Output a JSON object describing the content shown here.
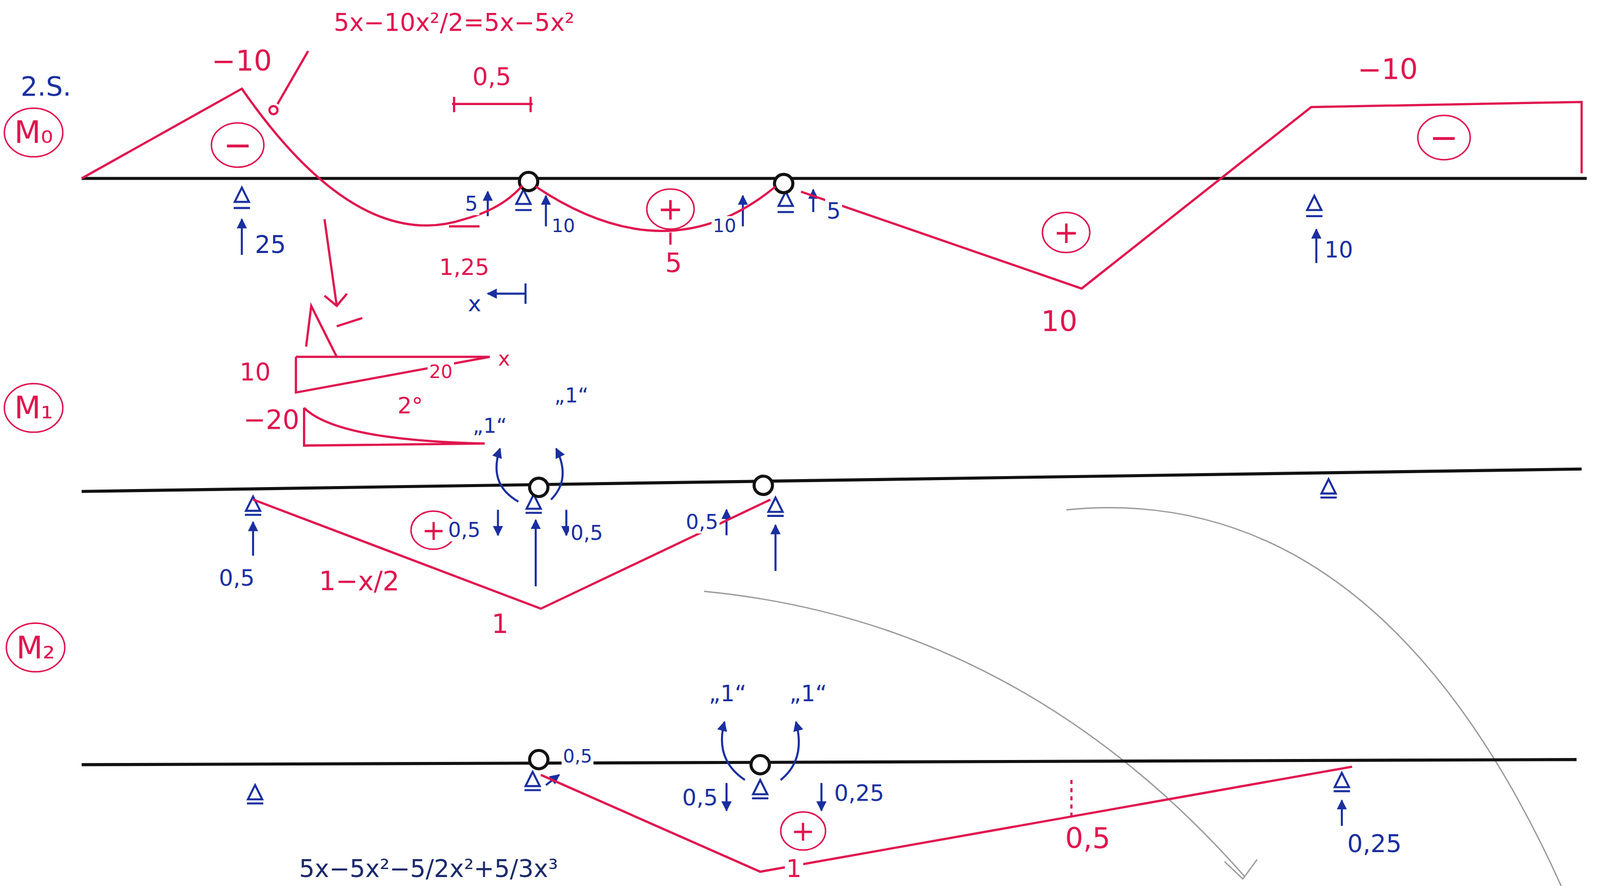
{
  "diagram": {
    "nodes": [
      {
        "text": [
          "M₀"
        ]
      },
      {
        "text": [
          "−"
        ]
      },
      {
        "text": [
          "+"
        ]
      },
      {
        "text": [
          "+"
        ]
      },
      {
        "text": [
          "−"
        ]
      },
      {
        "text": [
          "M₁"
        ]
      },
      {
        "text": [
          "+"
        ]
      },
      {
        "text": [
          "M₂"
        ]
      },
      {
        "text": [
          "+"
        ]
      }
    ],
    "labels": [
      "2.S.",
      "−10",
      "5x−10x²/2=5x−5x²",
      "0,5",
      "25",
      "5",
      "1,25",
      "10",
      "10",
      "5",
      "5",
      "x",
      "−10",
      "10",
      "10",
      "10",
      "20",
      "x",
      "−20",
      "2°",
      "„1“",
      "„1“",
      "0,5",
      "0,5",
      "0,5",
      "0,5",
      "1−x/2",
      "1",
      "„1“",
      "„1“",
      "0,5",
      "0,5",
      "0,25",
      "0,5",
      "0,25",
      "5x−5x²−5/2x²+5/3x³",
      "1"
    ]
  }
}
